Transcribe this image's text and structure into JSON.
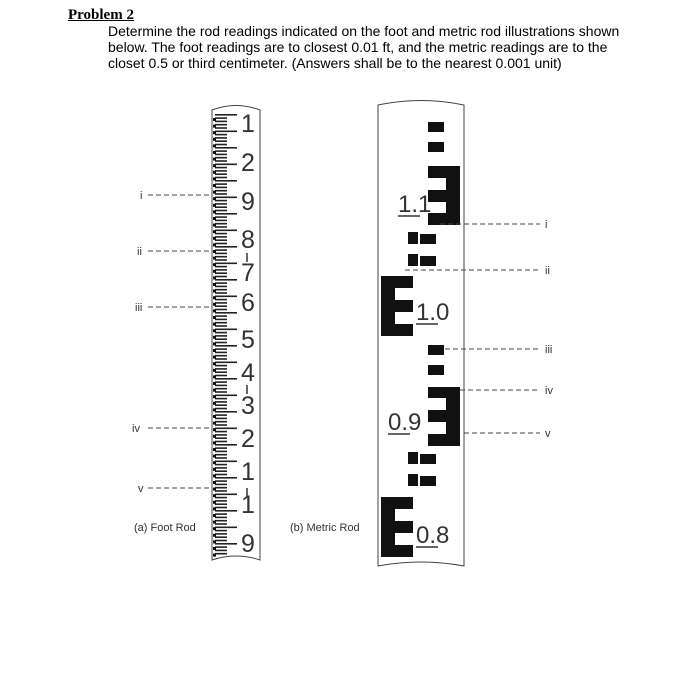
{
  "problem_title": "Problem 2",
  "prompt_text": "Determine the rod readings indicated on the foot and metric rod illustrations shown below.  The foot readings are to closest 0.01 ft, and the metric readings are to the closet 0.5 or third centimeter.  (Answers shall be to the nearest 0.001 unit)",
  "foot_rod": {
    "caption": "(a) Foot Rod",
    "numbers": [
      "1",
      "2",
      "9",
      "8",
      "7",
      "6",
      "5",
      "4",
      "3",
      "2",
      "1",
      "1",
      "9"
    ],
    "pointers": [
      "i",
      "ii",
      "iii",
      "iv",
      "v"
    ]
  },
  "metric_rod": {
    "caption": "(b) Metric Rod",
    "numbers": [
      "1.1",
      "1.0",
      "0.9",
      "0.8"
    ],
    "pointers": [
      "i",
      "ii",
      "iii",
      "iv",
      "v"
    ]
  }
}
